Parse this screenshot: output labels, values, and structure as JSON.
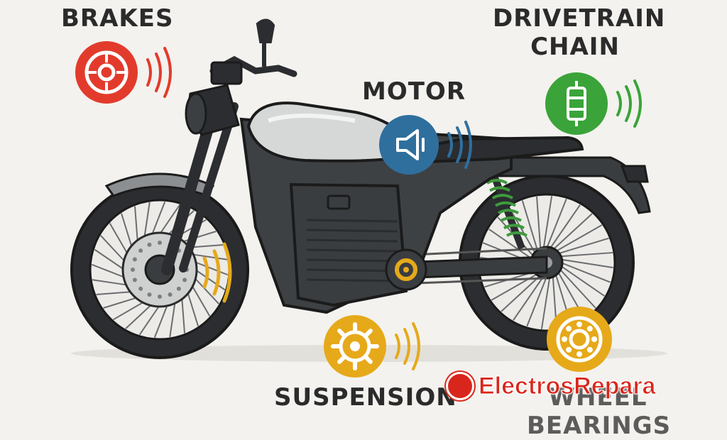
{
  "labels": {
    "brakes": "BRAKES",
    "motor": "MOTOR",
    "drivetrain": "DRIVETRAIN CHAIN",
    "suspension": "SUSPENSION",
    "wheel_bearings": "WHEEL BEARINGS"
  },
  "watermark": {
    "text": "ElectrosRepara"
  },
  "colors": {
    "brakes": "#e23b2c",
    "motor": "#2f6f9e",
    "drivetrain": "#3aa339",
    "suspension": "#e6a91a",
    "bearings": "#e6a91a",
    "body": "#3a3d40",
    "tank": "#d6d8d8",
    "outline": "#1f1f1f",
    "watermark": "#d9261c"
  },
  "icons": {
    "brakes": "brake-disc-icon",
    "motor": "motor-sound-icon",
    "drivetrain": "chain-icon",
    "suspension": "gear-icon",
    "bearings": "bearing-icon"
  }
}
